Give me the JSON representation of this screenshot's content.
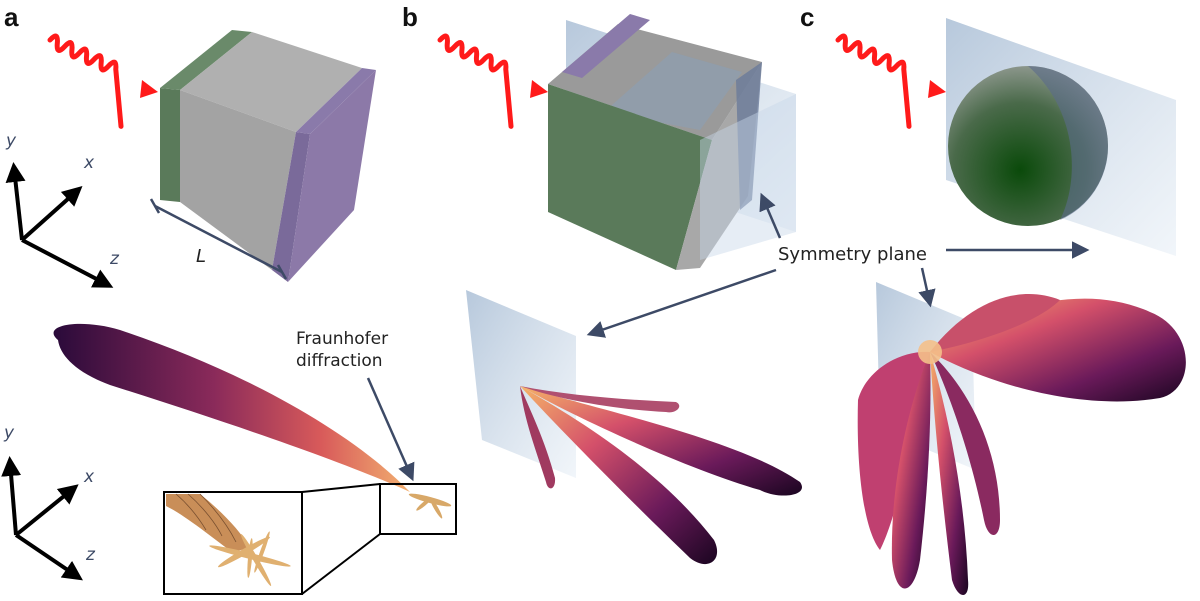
{
  "panels": {
    "a": "a",
    "b": "b",
    "c": "c"
  },
  "axes": {
    "x": "x",
    "y": "y",
    "z": "z"
  },
  "labels": {
    "length": "L",
    "fraunhofer_line1": "Fraunhofer",
    "fraunhofer_line2": "diffraction",
    "symmetry_plane": "Symmetry plane"
  },
  "colors": {
    "wave": "#ff1a1a",
    "green_layer": "#5a7a5a",
    "gray_body": "#a6a6a6",
    "purple_layer": "#7a6a9a",
    "plane": "#b9cde0",
    "arrow": "#3d4a66",
    "lobe_dark": "#2a0a3a",
    "lobe_mid": "#c0406a",
    "lobe_light": "#f2a860"
  },
  "icons": [
    "incident-wave",
    "axes-triad",
    "symmetry-plane",
    "radiation-lobe"
  ]
}
